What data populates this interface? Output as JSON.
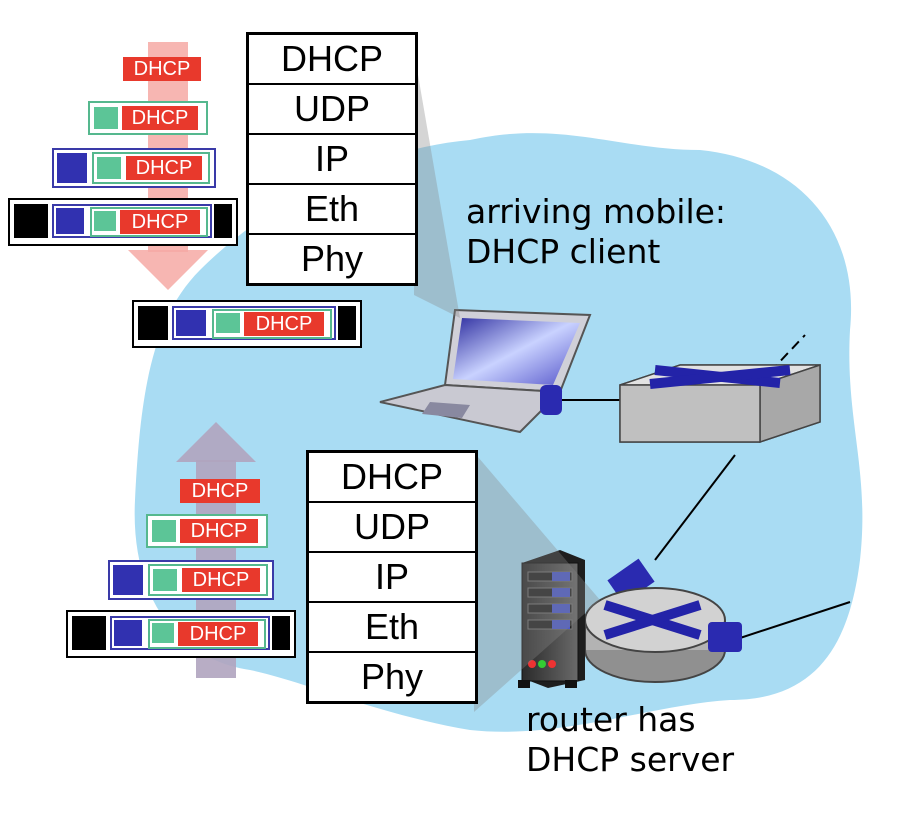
{
  "client_stack": {
    "layers": [
      "DHCP",
      "UDP",
      "IP",
      "Eth",
      "Phy"
    ]
  },
  "server_stack": {
    "layers": [
      "DHCP",
      "UDP",
      "IP",
      "Eth",
      "Phy"
    ]
  },
  "client_label": {
    "line1": "arriving mobile:",
    "line2": "DHCP client"
  },
  "server_label": {
    "line1": "router has",
    "line2": "DHCP server"
  },
  "packet_label": "DHCP",
  "colors": {
    "network": "#a9dcf3",
    "dhcp": "#e8392c",
    "udp": "#5cc597",
    "ip": "#3131b0",
    "eth": "#000000",
    "down_arrow": "#f6a9a4",
    "up_arrow": "#b0a4bf"
  }
}
